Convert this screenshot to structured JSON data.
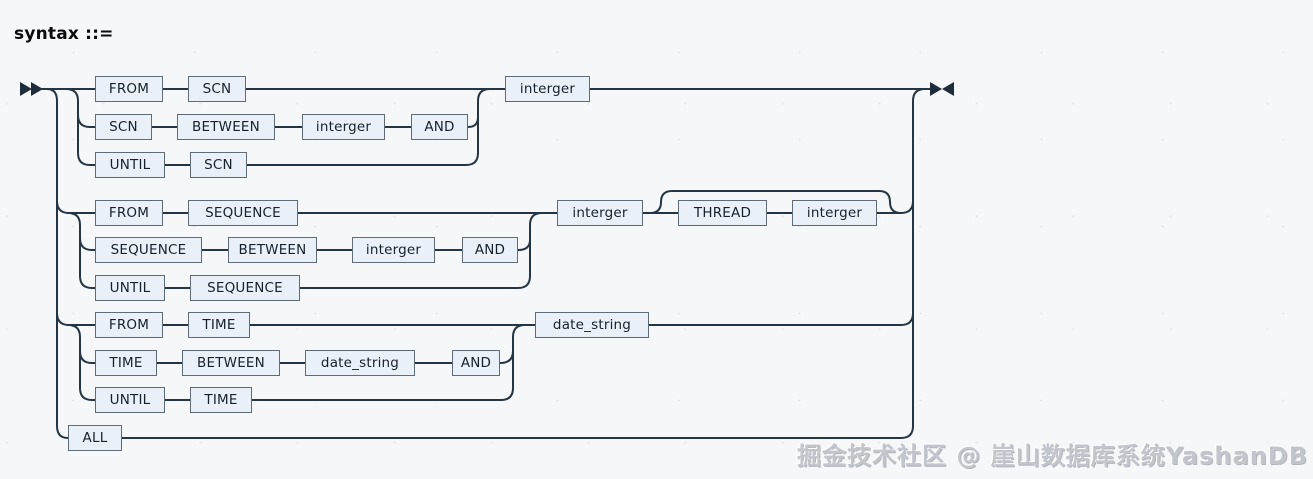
{
  "title": "syntax ::=",
  "watermark": "掘金技术社区 @ 崖山数据库系统YashanDB",
  "icons": {
    "start": "railroad-start-arrows",
    "end": "railroad-end-arrows"
  },
  "colors": {
    "background": "#f6f7f9",
    "line": "#253544",
    "node_fill": "#e9f0f8",
    "node_border": "#5f6b77",
    "watermark": "#c2c6cc"
  },
  "diagram": {
    "scn_branch": {
      "row1": [
        "FROM",
        "SCN"
      ],
      "row2": [
        "SCN",
        "BETWEEN",
        "interger",
        "AND"
      ],
      "row3": [
        "UNTIL",
        "SCN"
      ],
      "result": "interger"
    },
    "sequence_branch": {
      "row1": [
        "FROM",
        "SEQUENCE"
      ],
      "row2": [
        "SEQUENCE",
        "BETWEEN",
        "interger",
        "AND"
      ],
      "row3": [
        "UNTIL",
        "SEQUENCE"
      ],
      "result": "interger",
      "thread_option": [
        "THREAD",
        "interger"
      ]
    },
    "time_branch": {
      "row1": [
        "FROM",
        "TIME"
      ],
      "row2": [
        "TIME",
        "BETWEEN",
        "date_string",
        "AND"
      ],
      "row3": [
        "UNTIL",
        "TIME"
      ],
      "result": "date_string"
    },
    "all_branch": {
      "row1": [
        "ALL"
      ]
    }
  }
}
